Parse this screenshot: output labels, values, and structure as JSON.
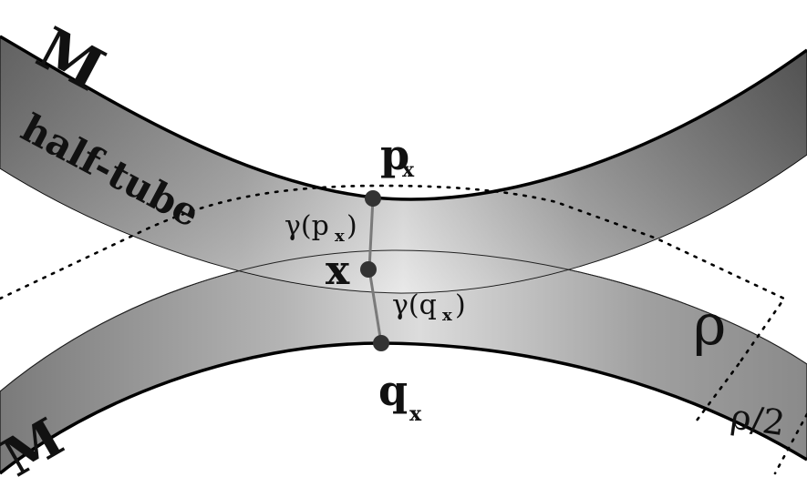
{
  "labels": {
    "manifold_top": "M",
    "manifold_bottom": "M",
    "half_tube": "half-tube",
    "p": "p",
    "p_sub": "x",
    "q": "q",
    "q_sub": "x",
    "x": "x",
    "gamma_p": "γ(p",
    "gamma_p_sub": "x",
    "gamma_q": "γ(q",
    "gamma_q_sub": "x",
    "close_paren": ")",
    "rho": "ρ",
    "rho_half": "ρ/2"
  },
  "colors": {
    "band_dark": "#6e6e6e",
    "band_light": "#e8e8e8",
    "outline": "#000000",
    "point": "#333333",
    "geodesic": "#7a7a7a"
  }
}
